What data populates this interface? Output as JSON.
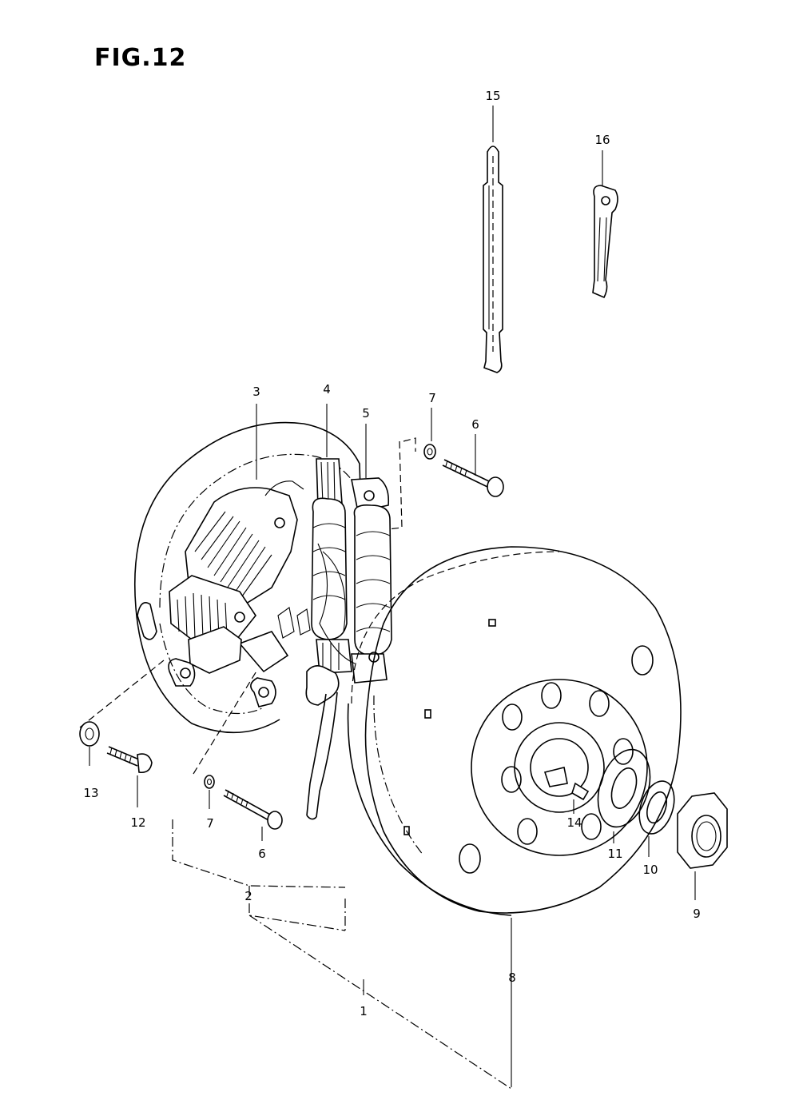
{
  "figure": {
    "title": "FIG.12"
  },
  "callouts": [
    {
      "id": "c15",
      "label": "15"
    },
    {
      "id": "c16",
      "label": "16"
    },
    {
      "id": "c3",
      "label": "3"
    },
    {
      "id": "c4",
      "label": "4"
    },
    {
      "id": "c5",
      "label": "5"
    },
    {
      "id": "c7a",
      "label": "7"
    },
    {
      "id": "c6a",
      "label": "6"
    },
    {
      "id": "c13",
      "label": "13"
    },
    {
      "id": "c12",
      "label": "12"
    },
    {
      "id": "c7b",
      "label": "7"
    },
    {
      "id": "c6b",
      "label": "6"
    },
    {
      "id": "c14",
      "label": "14"
    },
    {
      "id": "c11",
      "label": "11"
    },
    {
      "id": "c10",
      "label": "10"
    },
    {
      "id": "c9",
      "label": "9"
    },
    {
      "id": "c2",
      "label": "2"
    },
    {
      "id": "c8",
      "label": "8"
    },
    {
      "id": "c1",
      "label": "1"
    }
  ]
}
